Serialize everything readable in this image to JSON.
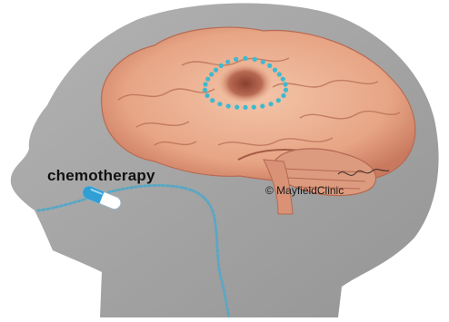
{
  "diagram": {
    "label": "chemotherapy",
    "credit": "© MayfieldClinic",
    "signature": "R.Hair",
    "icons": {
      "pill": "capsule-icon",
      "tumor": "tumor-region",
      "path": "bloodstream-path"
    },
    "colors": {
      "background": "#ffffff",
      "head": "#a3a3a3",
      "brain": "#e8a98a",
      "dots": "#3fb9cf",
      "pill_blue": "#2f9fd6"
    }
  }
}
